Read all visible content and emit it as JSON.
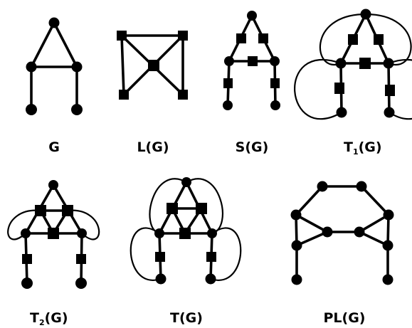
{
  "labels": {
    "g": {
      "text": "G"
    },
    "lg": {
      "text": "L(G)"
    },
    "sg": {
      "text": "S(G)"
    },
    "t1": {
      "main": "T",
      "sub": "1",
      "rest": "(G)"
    },
    "t2": {
      "main": "T",
      "sub": "2",
      "rest": "(G)"
    },
    "tg": {
      "text": "T(G)"
    },
    "plg": {
      "text": "PL(G)"
    }
  }
}
